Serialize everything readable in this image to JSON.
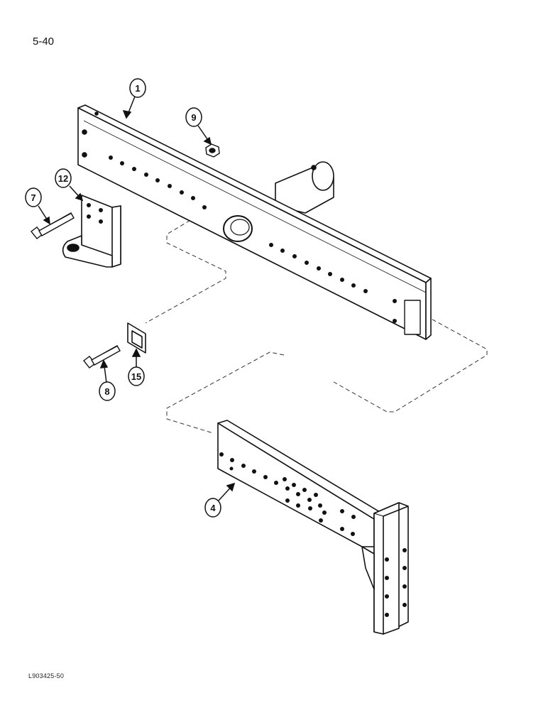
{
  "page": {
    "page_number": "5-40",
    "figure_code": "L903425-50"
  },
  "callouts": [
    {
      "id": "callout-1",
      "label": "1",
      "part": "drawbar-frame"
    },
    {
      "id": "callout-9",
      "label": "9",
      "part": "nut"
    },
    {
      "id": "callout-12",
      "label": "12",
      "part": "mounting-bracket"
    },
    {
      "id": "callout-7",
      "label": "7",
      "part": "bolt"
    },
    {
      "id": "callout-15",
      "label": "15",
      "part": "retainer-plate"
    },
    {
      "id": "callout-8",
      "label": "8",
      "part": "bolt"
    },
    {
      "id": "callout-4",
      "label": "4",
      "part": "drawbar-extension"
    }
  ]
}
